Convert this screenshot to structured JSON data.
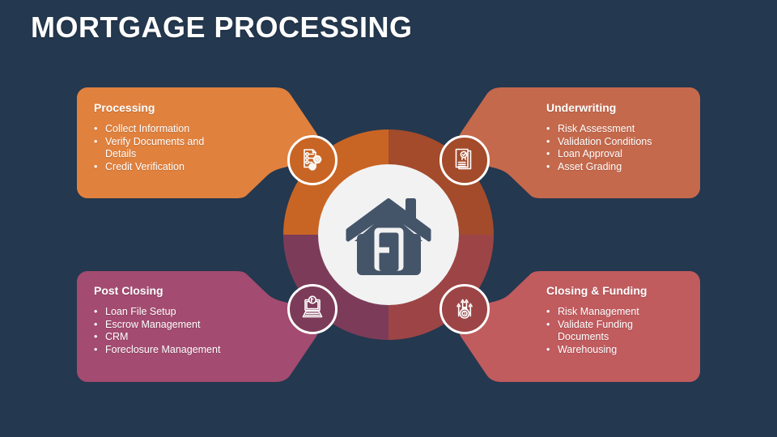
{
  "slide": {
    "title": "MORTGAGE PROCESSING",
    "background_color": "#24384F",
    "text_color": "#FFFFFF"
  },
  "center": {
    "icon": "house-icon",
    "inner_circle_color": "#F2F2F3",
    "house_color": "#445469"
  },
  "sections": [
    {
      "id": "processing",
      "title": "Processing",
      "bullets": [
        "Collect Information",
        "Verify Documents and\nDetails",
        "Credit Verification"
      ],
      "box_color": "#E0813E",
      "quadrant_color": "#C96524",
      "icon": "checklist-gear-icon",
      "position": "top-left"
    },
    {
      "id": "underwriting",
      "title": "Underwriting",
      "bullets": [
        "Risk Assessment",
        "Validation Conditions",
        "Loan Approval",
        "Asset Grading"
      ],
      "box_color": "#C5694C",
      "quadrant_color": "#A34B2B",
      "icon": "certificate-icon",
      "position": "top-right"
    },
    {
      "id": "post-closing",
      "title": "Post Closing",
      "bullets": [
        "Loan File Setup",
        "Escrow Management",
        "CRM",
        "Foreclosure Management"
      ],
      "box_color": "#A34B70",
      "quadrant_color": "#7C3C59",
      "icon": "laptop-icon",
      "position": "bottom-left"
    },
    {
      "id": "closing-funding",
      "title": "Closing & Funding",
      "bullets": [
        "Risk Management",
        "Validate Funding\nDocuments",
        "Warehousing"
      ],
      "box_color": "#C05B5E",
      "quadrant_color": "#9D4546",
      "icon": "money-growth-icon",
      "position": "bottom-right"
    }
  ]
}
